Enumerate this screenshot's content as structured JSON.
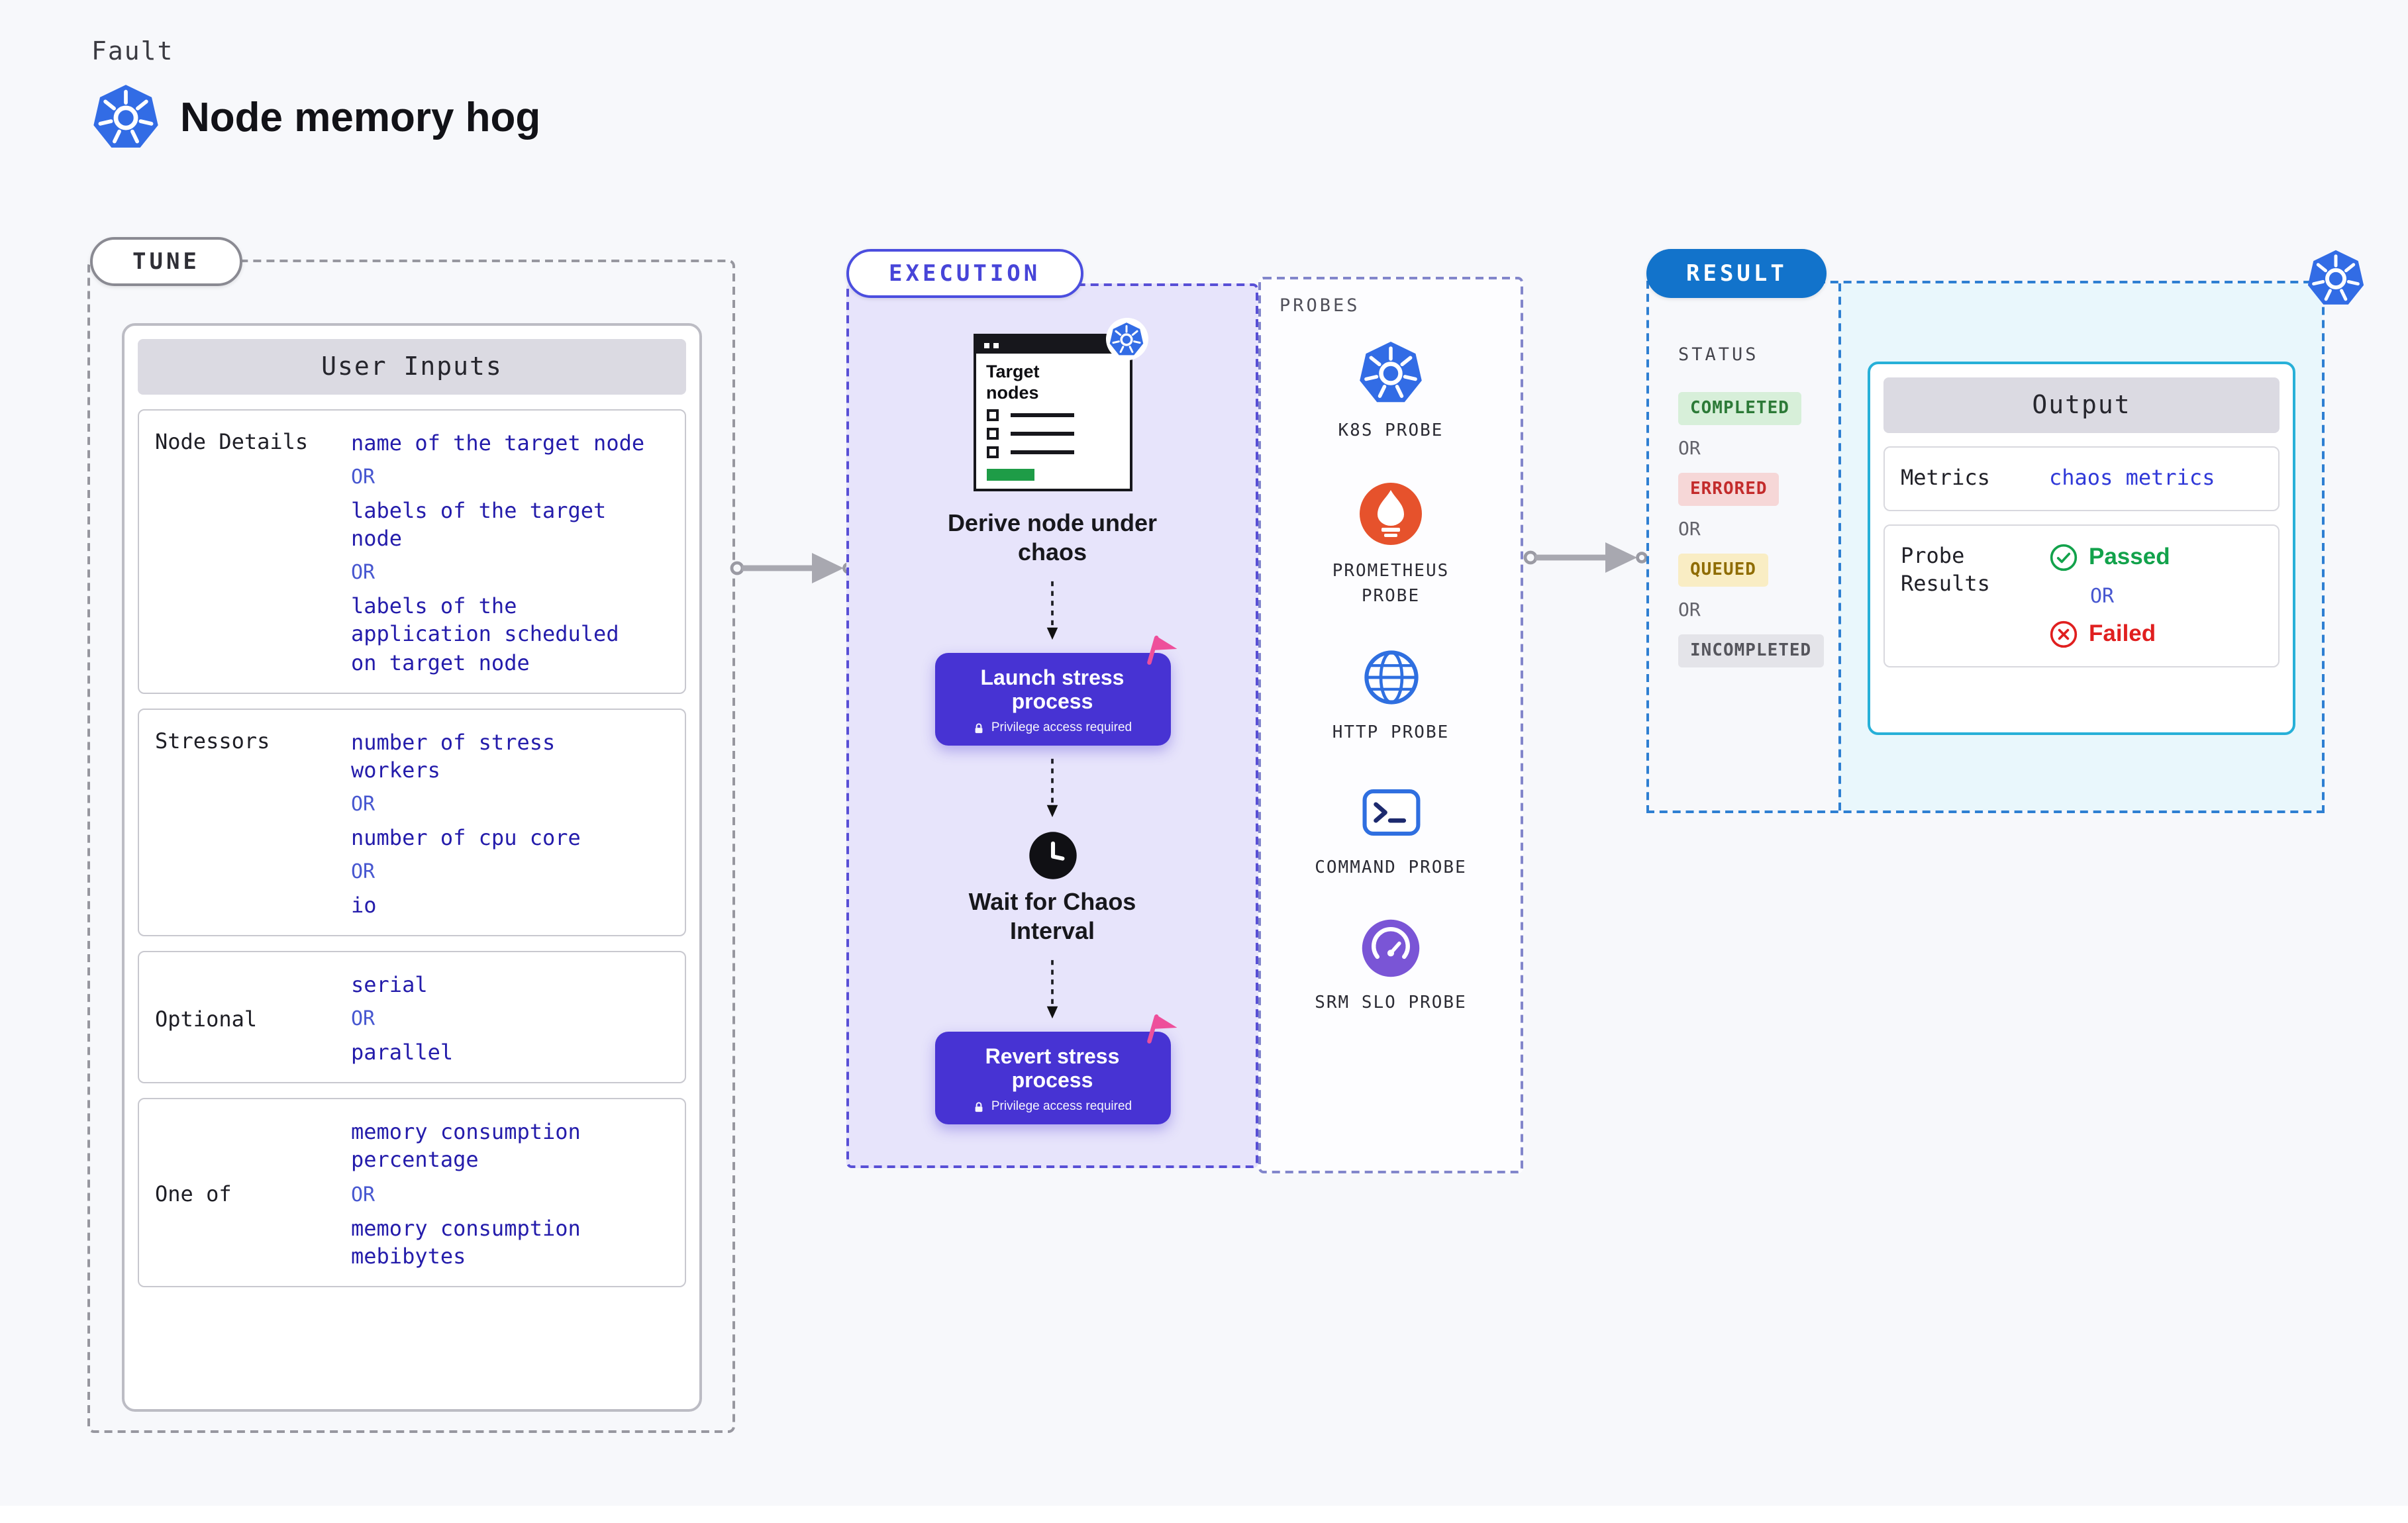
{
  "header": {
    "eyebrow": "Fault",
    "title": "Node memory hog"
  },
  "tune": {
    "pill": "TUNE",
    "table_title": "User Inputs",
    "or": "OR",
    "rows": [
      {
        "label": "Node Details",
        "values": [
          "name of the target node",
          "labels of the target node",
          "labels of the application scheduled on target node"
        ]
      },
      {
        "label": "Stressors",
        "values": [
          "number of stress workers",
          "number of cpu core",
          "io"
        ]
      },
      {
        "label": "Optional",
        "values": [
          "serial",
          "parallel"
        ]
      },
      {
        "label": "One of",
        "values": [
          "memory consumption percentage",
          "memory consumption mebibytes"
        ]
      }
    ]
  },
  "execution": {
    "pill": "EXECUTION",
    "terminal_title": "Target nodes",
    "derive_caption": "Derive node under chaos",
    "launch_button": {
      "label": "Launch stress process",
      "note": "Privilege access required"
    },
    "wait_caption": "Wait for Chaos Interval",
    "revert_button": {
      "label": "Revert stress process",
      "note": "Privilege access required"
    }
  },
  "probes": {
    "title": "PROBES",
    "items": [
      {
        "label": "K8S PROBE",
        "icon": "kubernetes-icon"
      },
      {
        "label": "PROMETHEUS PROBE",
        "icon": "prometheus-icon"
      },
      {
        "label": "HTTP PROBE",
        "icon": "globe-icon"
      },
      {
        "label": "COMMAND PROBE",
        "icon": "terminal-icon"
      },
      {
        "label": "SRM SLO PROBE",
        "icon": "gauge-icon"
      }
    ]
  },
  "result": {
    "pill": "RESULT",
    "status_title": "STATUS",
    "or": "OR",
    "statuses": [
      {
        "label": "COMPLETED",
        "bg": "#d7efd9",
        "fg": "#2c7a37"
      },
      {
        "label": "ERRORED",
        "bg": "#f6d7d7",
        "fg": "#c32b2b"
      },
      {
        "label": "QUEUED",
        "bg": "#f9edc4",
        "fg": "#8f6c00"
      },
      {
        "label": "INCOMPLETED",
        "bg": "#e4e4e9",
        "fg": "#55555c"
      }
    ],
    "output": {
      "title": "Output",
      "metrics_label": "Metrics",
      "metrics_value": "chaos metrics",
      "probe_results_label": "Probe Results",
      "passed": "Passed",
      "or": "OR",
      "failed": "Failed"
    }
  },
  "colors": {
    "kubernetes_blue": "#326ce5",
    "execution_indigo": "#4733d3",
    "execution_panel": "#e7e4fb",
    "result_blue": "#1273cb",
    "output_cyan_border": "#27b0d8",
    "output_panel": "#e9f7fc",
    "flag_pink": "#ee4f9b",
    "input_value_ink": "#241cab",
    "or_ink": "#4757d0",
    "prometheus_orange": "#e6522c",
    "srm_purple": "#7a55d6",
    "passed_green": "#12a24b",
    "failed_red": "#e01f1f"
  }
}
